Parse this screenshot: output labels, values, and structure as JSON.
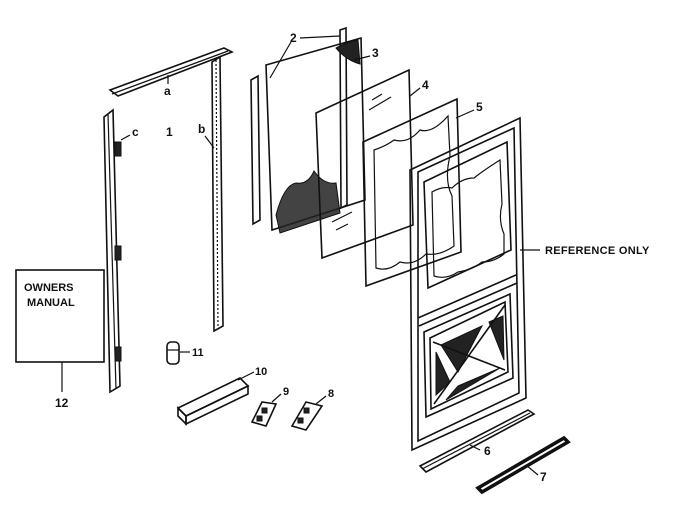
{
  "callouts": {
    "a": "a",
    "b": "b",
    "c": "c",
    "one": "1",
    "two": "2",
    "three": "3",
    "four": "4",
    "five": "5",
    "six": "6",
    "seven": "7",
    "eight": "8",
    "nine": "9",
    "ten": "10",
    "eleven": "11",
    "twelve": "12"
  },
  "manual": {
    "line1": "OWNERS",
    "line2": "MANUAL"
  },
  "reference_label": "REFERENCE ONLY"
}
